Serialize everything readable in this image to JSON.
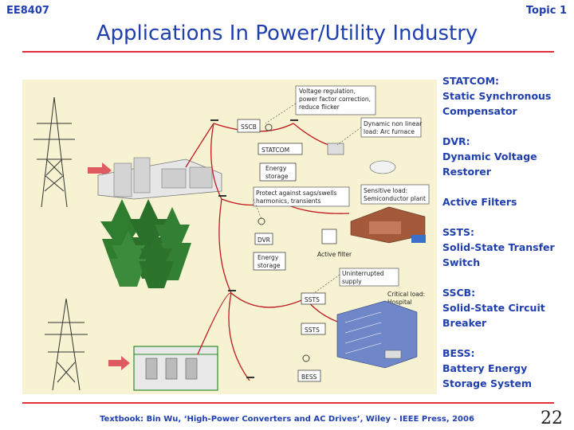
{
  "header": {
    "course": "EE8407",
    "topic": "Topic 1"
  },
  "title": "Applications In Power/Utility Industry",
  "diagram": {
    "labels": {
      "voltage_reg": [
        "Voltage regulation,",
        "power factor correction,",
        "reduce flicker"
      ],
      "sscb": "SSCB",
      "statcom": "STATCOM",
      "energy_storage": [
        "Energy",
        "storage"
      ],
      "dynamic_load": [
        "Dynamic non linear",
        "load: Arc furnace"
      ],
      "sag_swells": [
        "Protect against sags/swells",
        "harmonics, transients"
      ],
      "sensitive_load": [
        "Sensitive load:",
        "Semiconductor plant"
      ],
      "dvr": "DVR",
      "energy_storage2": [
        "Energy",
        "storage"
      ],
      "active_filter": "Active filter",
      "ups": [
        "Uninterrupted",
        "supply"
      ],
      "ssts1": "SSTS",
      "ssts2": "SSTS",
      "critical_load": [
        "Critical load:",
        "Hospital"
      ],
      "bess": "BESS"
    }
  },
  "acronyms": [
    {
      "abbr": "STATCOM:",
      "full": [
        "Static Synchronous",
        "Compensator"
      ]
    },
    {
      "abbr": "DVR:",
      "full": [
        "Dynamic Voltage",
        "Restorer"
      ]
    },
    {
      "abbr": "Active Filters",
      "full": []
    },
    {
      "abbr": "SSTS:",
      "full": [
        "Solid-State Transfer",
        "Switch"
      ]
    },
    {
      "abbr": "SSCB:",
      "full": [
        "Solid-State Circuit",
        "Breaker"
      ]
    },
    {
      "abbr": "BESS:",
      "full": [
        "Battery Energy",
        "Storage System"
      ]
    }
  ],
  "footer": "Textbook: Bin Wu, ‘High-Power Converters and AC Drives’, Wiley - IEEE Press, 2006",
  "page_number": "22",
  "colors": {
    "accent": "#1f3fae",
    "rule": "#e0303a",
    "panel": "#f7f3d2"
  }
}
